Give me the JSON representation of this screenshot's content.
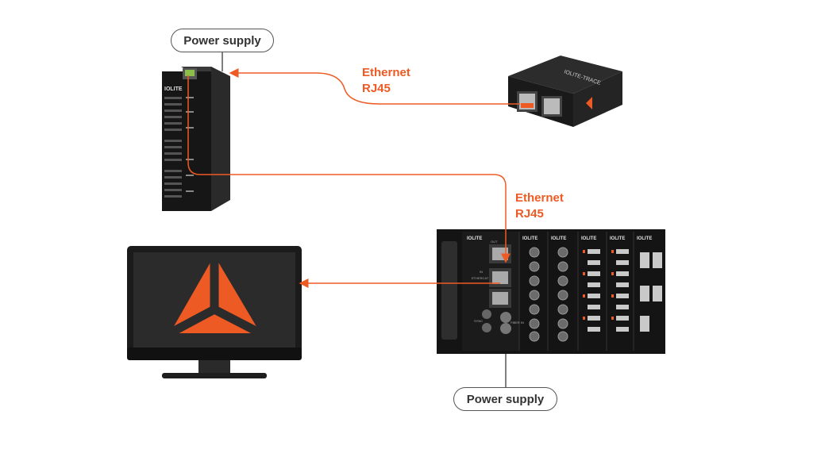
{
  "labels": {
    "power_supply_top": "Power supply",
    "power_supply_bottom": "Power supply",
    "ethernet_top": "Ethernet",
    "rj45_top": "RJ45",
    "ethernet_mid": "Ethernet",
    "rj45_mid": "RJ45"
  },
  "device_text": {
    "din_brand": "IOLITE",
    "switch_brand": "IOLITE-TRACE",
    "rack_modules": [
      "IOLITE",
      "IOLITE",
      "IOLITE",
      "IOLITE",
      "IOLITE",
      "IOLITE"
    ],
    "rack_ports": [
      "OUT",
      "IN",
      "ETHERCAT",
      "SYNC",
      "FIBER IN"
    ]
  },
  "colors": {
    "accent": "#ee5a24",
    "device_dark": "#1c1c1c",
    "cable_gray": "#555555"
  },
  "icons": {
    "monitor_logo": "dewesoft-triangle-icon"
  }
}
